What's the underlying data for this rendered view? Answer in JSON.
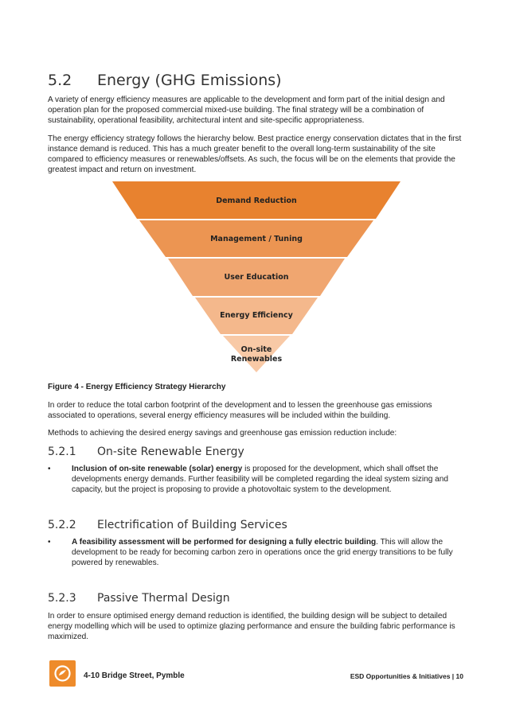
{
  "section": {
    "number": "5.2",
    "title": "Energy (GHG Emissions)"
  },
  "intro": {
    "p1": "A variety of energy efficiency measures are applicable to the development and form part of the initial design and operation plan for the proposed commercial mixed-use building. The final strategy will be a combination of sustainability, operational feasibility, architectural intent and site-specific appropriateness.",
    "p2": "The energy efficiency strategy follows the hierarchy below.  Best practice energy conservation dictates that in the first instance demand is reduced.  This has a much greater benefit to the overall long-term sustainability of the site compared to efficiency measures or renewables/offsets.  As such, the focus will be on the elements that provide the greatest impact and return on investment."
  },
  "pyramid": {
    "levels": [
      {
        "label": "Demand Reduction",
        "color": "#e8822f"
      },
      {
        "label": "Management / Tuning",
        "color": "#ec9552"
      },
      {
        "label": "User Education",
        "color": "#f0a670"
      },
      {
        "label": "Energy Efficiency",
        "color": "#f4b88c"
      },
      {
        "label_line1": "On-site",
        "label_line2": "Renewables",
        "color": "#f8c9a6"
      }
    ]
  },
  "figure": {
    "caption": "Figure 4 - Energy Efficiency Strategy Hierarchy"
  },
  "body": {
    "p3": "In order to reduce the total carbon footprint of the development and to lessen the greenhouse gas emissions associated to operations, several energy efficiency measures will be included within the building.",
    "p4": "Methods to achieving the desired energy savings and greenhouse gas emission reduction include:"
  },
  "sub1": {
    "number": "5.2.1",
    "title": "On-site Renewable Energy",
    "bullet_bold": "Inclusion of on-site renewable (solar) energy",
    "bullet_rest": " is proposed for the development, which shall offset the developments energy demands. Further feasibility will be completed regarding the ideal system sizing and capacity, but the project is proposing to provide a photovoltaic system to the development."
  },
  "sub2": {
    "number": "5.2.2",
    "title": "Electrification of Building Services",
    "bullet_bold": "A feasibility assessment will be performed for designing a fully electric building",
    "bullet_rest": ". This will allow the development to be ready for becoming carbon zero in operations once the grid energy transitions to be fully powered by renewables."
  },
  "sub3": {
    "number": "5.2.3",
    "title": "Passive Thermal Design",
    "para": "In order to ensure optimised energy demand reduction is identified, the building design will be subject to detailed energy modelling which will be used to optimize glazing performance and ensure the building fabric performance is maximized."
  },
  "footer": {
    "address": "4-10 Bridge Street, Pymble",
    "right": "ESD Opportunities & Initiatives | 10",
    "bullet_glyph": "•"
  }
}
